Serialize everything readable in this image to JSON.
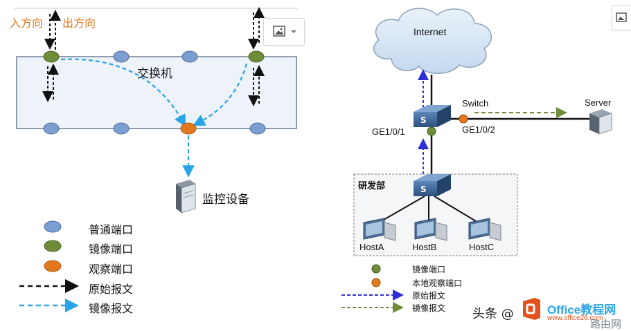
{
  "left": {
    "in_direction": "入方向",
    "out_direction": "出方向",
    "switch_label": "交换机",
    "monitor_label": "监控设备",
    "legend": [
      {
        "label": "普通端口",
        "color": "#7b9fd0"
      },
      {
        "label": "镜像端口",
        "color": "#6e8c3a"
      },
      {
        "label": "观察端口",
        "color": "#e2781e"
      },
      {
        "label": "原始报文",
        "color": "#111111"
      },
      {
        "label": "镜像报文",
        "color": "#2aa4e8"
      }
    ]
  },
  "right": {
    "internet": "Internet",
    "switch": "Switch",
    "server": "Server",
    "port_a": "GE1/0/1",
    "port_b": "GE1/0/2",
    "dept": "研发部",
    "hosts": [
      "HostA",
      "HostB",
      "HostC"
    ],
    "legend": [
      {
        "label": "镜像端口",
        "color": "#6e8c3a"
      },
      {
        "label": "本地观察端口",
        "color": "#e2781e"
      },
      {
        "label": "原始报文",
        "color": "#2f2fd8"
      },
      {
        "label": "镜像报文",
        "color": "#6e8c3a"
      }
    ]
  },
  "watermark": {
    "prefix": "头条 @",
    "logo_text": "Office教程网",
    "sub_text": "www.office26.com",
    "corner_text": "路由网"
  }
}
